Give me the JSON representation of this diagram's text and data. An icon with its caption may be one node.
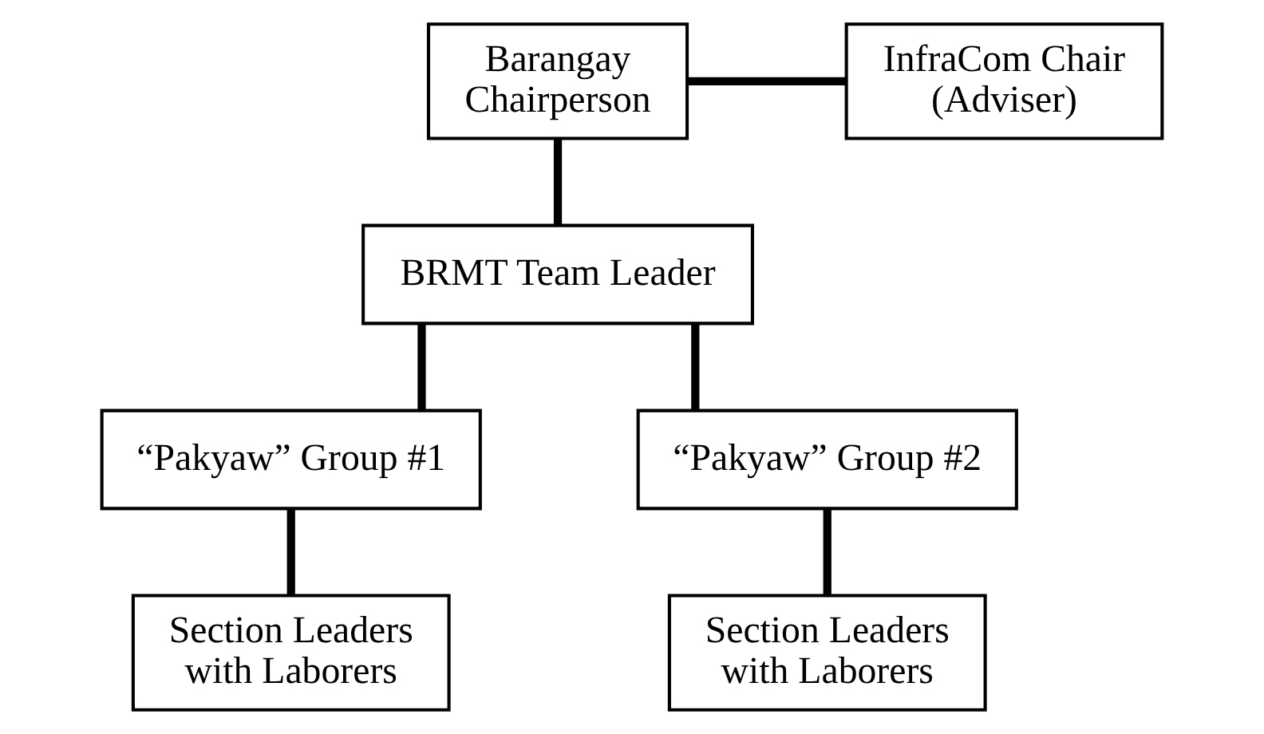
{
  "diagram": {
    "nodes": [
      {
        "text": [
          "Barangay Chairperson"
        ]
      },
      {
        "text": [
          "InfraCom Chair (Adviser)"
        ]
      },
      {
        "text": [
          "BRMT Team Leader"
        ]
      },
      {
        "text": [
          "“Pakyaw” Group #1"
        ]
      },
      {
        "text": [
          "“Pakyaw” Group #2"
        ]
      },
      {
        "text": [
          "Section Leaders with Laborers"
        ]
      },
      {
        "text": [
          "Section Leaders with Laborers"
        ]
      }
    ],
    "edges": [
      {
        "from": 0,
        "to": 2,
        "arrow": "none"
      },
      {
        "from": 0,
        "to": 1,
        "arrow": "none"
      },
      {
        "from": 2,
        "to": 3,
        "arrow": "none"
      },
      {
        "from": 2,
        "to": 4,
        "arrow": "none"
      },
      {
        "from": 3,
        "to": 5,
        "arrow": "none"
      },
      {
        "from": 4,
        "to": 6,
        "arrow": "none"
      }
    ]
  }
}
